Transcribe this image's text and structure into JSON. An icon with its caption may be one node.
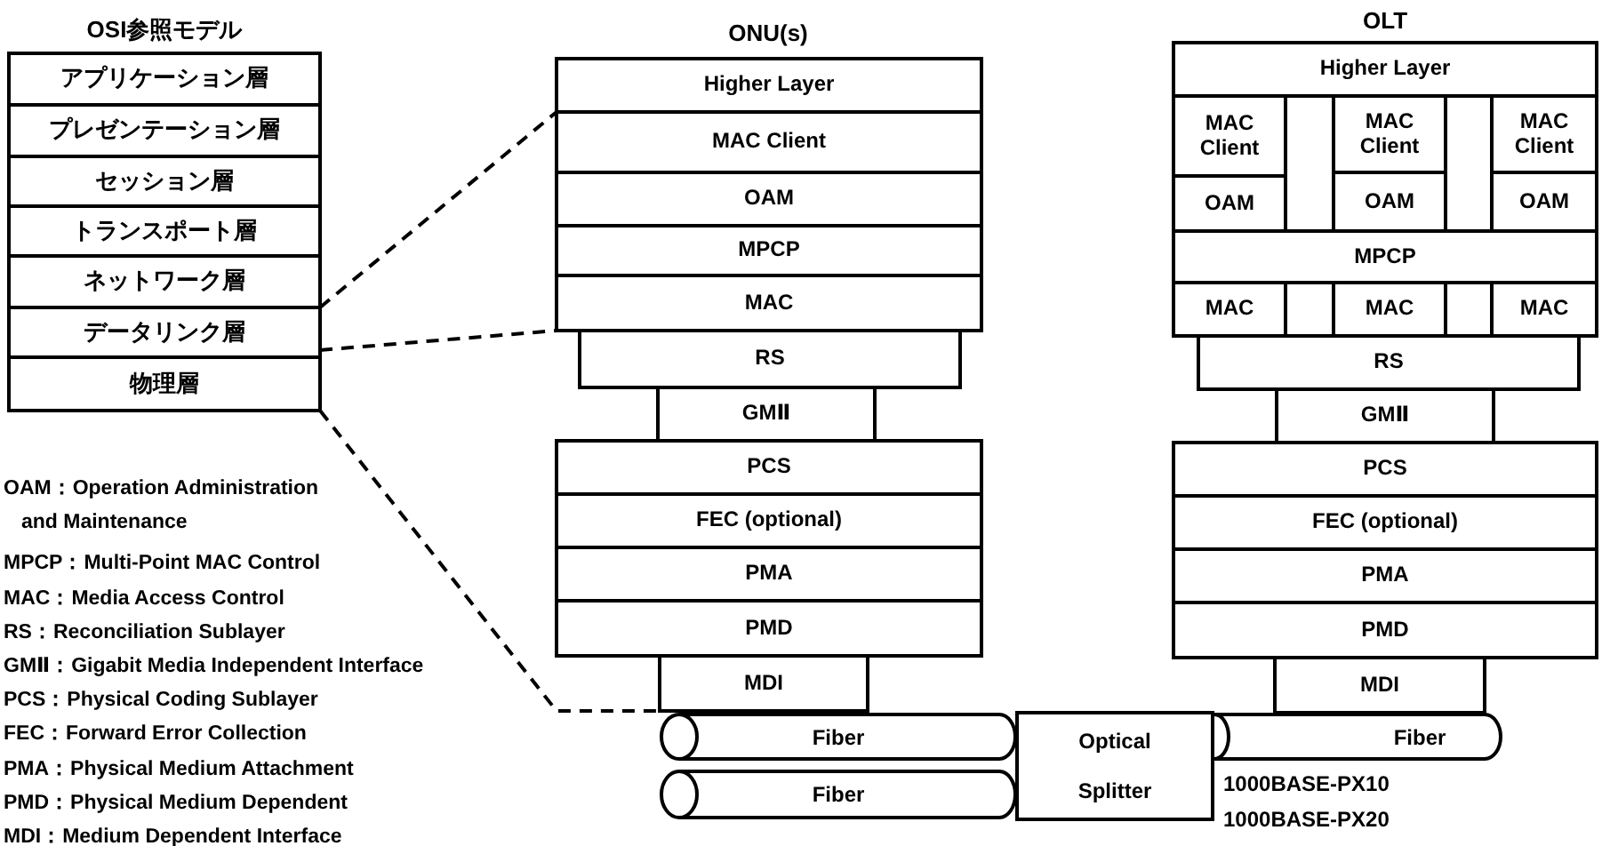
{
  "diagram": {
    "nodes": [
      {
        "text": [
          "アプリケーション層"
        ]
      },
      {
        "text": [
          "プレゼンテーション層"
        ]
      },
      {
        "text": [
          "セッション層"
        ]
      },
      {
        "text": [
          "トランスポート層"
        ]
      },
      {
        "text": [
          "ネットワーク層"
        ]
      },
      {
        "text": [
          "データリンク層"
        ]
      },
      {
        "text": [
          "物理層"
        ]
      },
      {
        "text": [
          "Higher Layer"
        ]
      },
      {
        "text": [
          "MAC Client"
        ]
      },
      {
        "text": [
          "OAM"
        ]
      },
      {
        "text": [
          "MPCP"
        ]
      },
      {
        "text": [
          "MAC"
        ]
      },
      {
        "text": [
          "RS"
        ]
      },
      {
        "text": [
          "GMⅡ"
        ]
      },
      {
        "text": [
          "PCS"
        ]
      },
      {
        "text": [
          "FEC (optional)"
        ]
      },
      {
        "text": [
          "PMA"
        ]
      },
      {
        "text": [
          "PMD"
        ]
      },
      {
        "text": [
          "MDI"
        ]
      },
      {
        "text": [
          "Higher Layer"
        ]
      },
      {
        "text": [
          "MAC Client"
        ]
      },
      {
        "text": [
          "MAC Client"
        ]
      },
      {
        "text": [
          "MAC Client"
        ]
      },
      {
        "text": [
          "OAM"
        ]
      },
      {
        "text": [
          "OAM"
        ]
      },
      {
        "text": [
          "OAM"
        ]
      },
      {
        "text": [
          "MPCP"
        ]
      },
      {
        "text": [
          "MAC"
        ]
      },
      {
        "text": [
          "MAC"
        ]
      },
      {
        "text": [
          "MAC"
        ]
      },
      {
        "text": [
          "RS"
        ]
      },
      {
        "text": [
          "GMⅡ"
        ]
      },
      {
        "text": [
          "PCS"
        ]
      },
      {
        "text": [
          "FEC (optional)"
        ]
      },
      {
        "text": [
          "PMA"
        ]
      },
      {
        "text": [
          "PMD"
        ]
      },
      {
        "text": [
          "MDI"
        ]
      },
      {
        "text": [
          "Fiber"
        ]
      },
      {
        "text": [
          "Optical Splitter"
        ]
      },
      {
        "text": [
          "Fiber"
        ]
      },
      {
        "text": [
          "Fiber"
        ]
      }
    ],
    "edges": [
      {
        "from": 5,
        "to": 8,
        "arrow": "none",
        "style": "dashed"
      },
      {
        "from": 5,
        "to": 11,
        "arrow": "none",
        "style": "dashed"
      },
      {
        "from": 6,
        "to": 18,
        "arrow": "none",
        "style": "dashed"
      }
    ],
    "labels": [
      "OSI参照モデル",
      "ONU(s)",
      "OLT",
      "OAM：Operation Administration and Maintenance",
      "MPCP：Multi-Point MAC Control",
      "MAC：Media Access Control",
      "RS：Reconciliation Sublayer",
      "GMⅡ：Gigabit Media Independent Interface",
      "PCS：Physical Coding Sublayer",
      "FEC：Forward Error Collection",
      "PMA：Physical Medium Attachment",
      "PMD：Physical Medium Dependent",
      "MDI：Medium Dependent Interface",
      "1000BASE-PX10",
      "1000BASE-PX20"
    ]
  }
}
